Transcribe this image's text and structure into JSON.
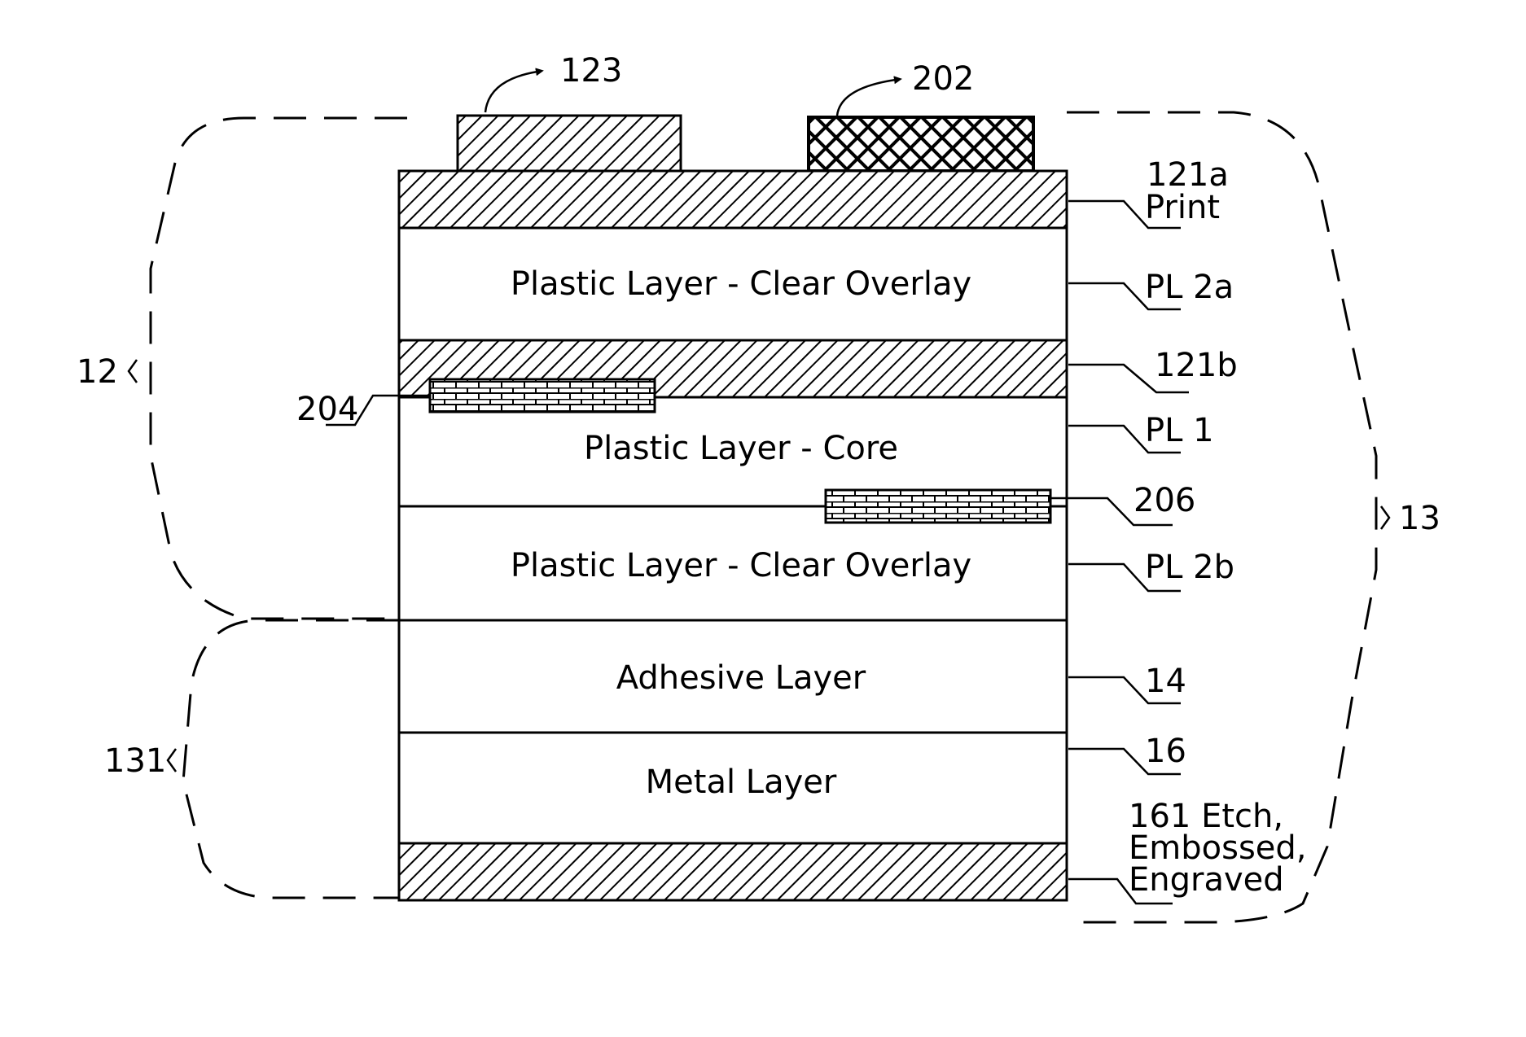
{
  "layers": {
    "pl2a": "Plastic Layer - Clear Overlay",
    "pl1": "Plastic Layer - Core",
    "pl2b": "Plastic Layer - Clear Overlay",
    "adhesive": "Adhesive Layer",
    "metal": "Metal Layer"
  },
  "refs": {
    "r123": "123",
    "r202": "202",
    "r121a": "121a",
    "print": "Print",
    "pl2a": "PL 2a",
    "r121b": "121b",
    "r204": "204",
    "pl1": "PL 1",
    "r206": "206",
    "pl2b": "PL 2b",
    "r14": "14",
    "r16": "16",
    "r161_1": "161 Etch,",
    "r161_2": "Embossed,",
    "r161_3": "Engraved",
    "r12": "12",
    "r131": "131",
    "r13": "13"
  }
}
